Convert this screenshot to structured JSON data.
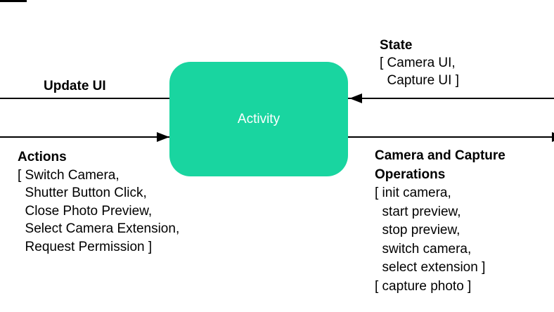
{
  "colors": {
    "node_fill": "#19D5A0",
    "node_text": "#FFFFFF",
    "line": "#000000",
    "text": "#000000"
  },
  "node": {
    "label": "Activity"
  },
  "labels": {
    "update_ui": {
      "title": "Update UI"
    },
    "state": {
      "title": "State",
      "lines": [
        "[ Camera UI,",
        "  Capture UI ]"
      ]
    },
    "actions": {
      "title": "Actions",
      "lines": [
        "[ Switch Camera,",
        "  Shutter Button Click,",
        "  Close Photo Preview,",
        "  Select Camera Extension,",
        "  Request Permission ]"
      ]
    },
    "camera_ops": {
      "title": "Camera and Capture Operations",
      "lines": [
        "[ init camera,",
        "  start preview,",
        "  stop preview,",
        "  switch camera,",
        "  select extension ]",
        "[ capture photo ]"
      ]
    }
  }
}
